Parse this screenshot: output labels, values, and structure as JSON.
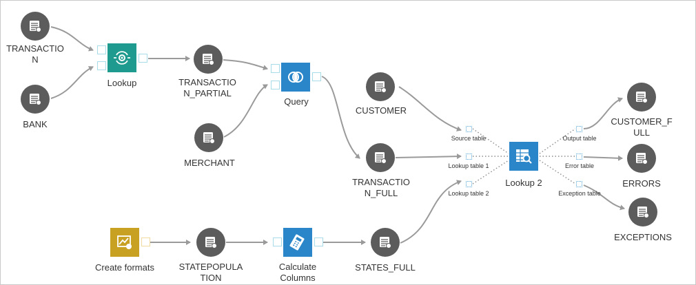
{
  "colors": {
    "table_node": "#5c5c5c",
    "lookup": "#1f9a8e",
    "query": "#2a86c9",
    "calculate": "#2a86c9",
    "formats": "#c8a022",
    "lookup2": "#2a86c9",
    "port": "#a8dcea",
    "edge": "#9a9a9a"
  },
  "nodes": {
    "transaction": {
      "label": "TRANSACTIO\nN",
      "icon": "table-icon"
    },
    "bank": {
      "label": "BANK",
      "icon": "table-icon"
    },
    "lookup": {
      "label": "Lookup",
      "icon": "lookup-icon"
    },
    "transaction_partial": {
      "label": "TRANSACTIO\nN_PARTIAL",
      "icon": "table-icon"
    },
    "merchant": {
      "label": "MERCHANT",
      "icon": "table-icon"
    },
    "query": {
      "label": "Query",
      "icon": "query-icon"
    },
    "customer": {
      "label": "CUSTOMER",
      "icon": "table-icon"
    },
    "transaction_full": {
      "label": "TRANSACTIO\nN_FULL",
      "icon": "table-icon"
    },
    "lookup2": {
      "label": "Lookup 2",
      "icon": "lookup-table-icon"
    },
    "customer_full": {
      "label": "CUSTOMER_F\nULL",
      "icon": "table-icon"
    },
    "errors": {
      "label": "ERRORS",
      "icon": "table-icon"
    },
    "exceptions": {
      "label": "EXCEPTIONS",
      "icon": "table-icon"
    },
    "create_formats": {
      "label": "Create formats",
      "icon": "formats-icon"
    },
    "statepopulation": {
      "label": "STATEPOPULA\nTION",
      "icon": "table-icon"
    },
    "calculate_columns": {
      "label": "Calculate\nColumns",
      "icon": "calculator-icon"
    },
    "states_full": {
      "label": "STATES_FULL",
      "icon": "table-icon"
    }
  },
  "port_labels": {
    "source_table": "Source table",
    "lookup_table_1": "Lookup table 1",
    "lookup_table_2": "Lookup table 2",
    "output_table": "Output table",
    "error_table": "Error table",
    "exception_table": "Exception table"
  }
}
